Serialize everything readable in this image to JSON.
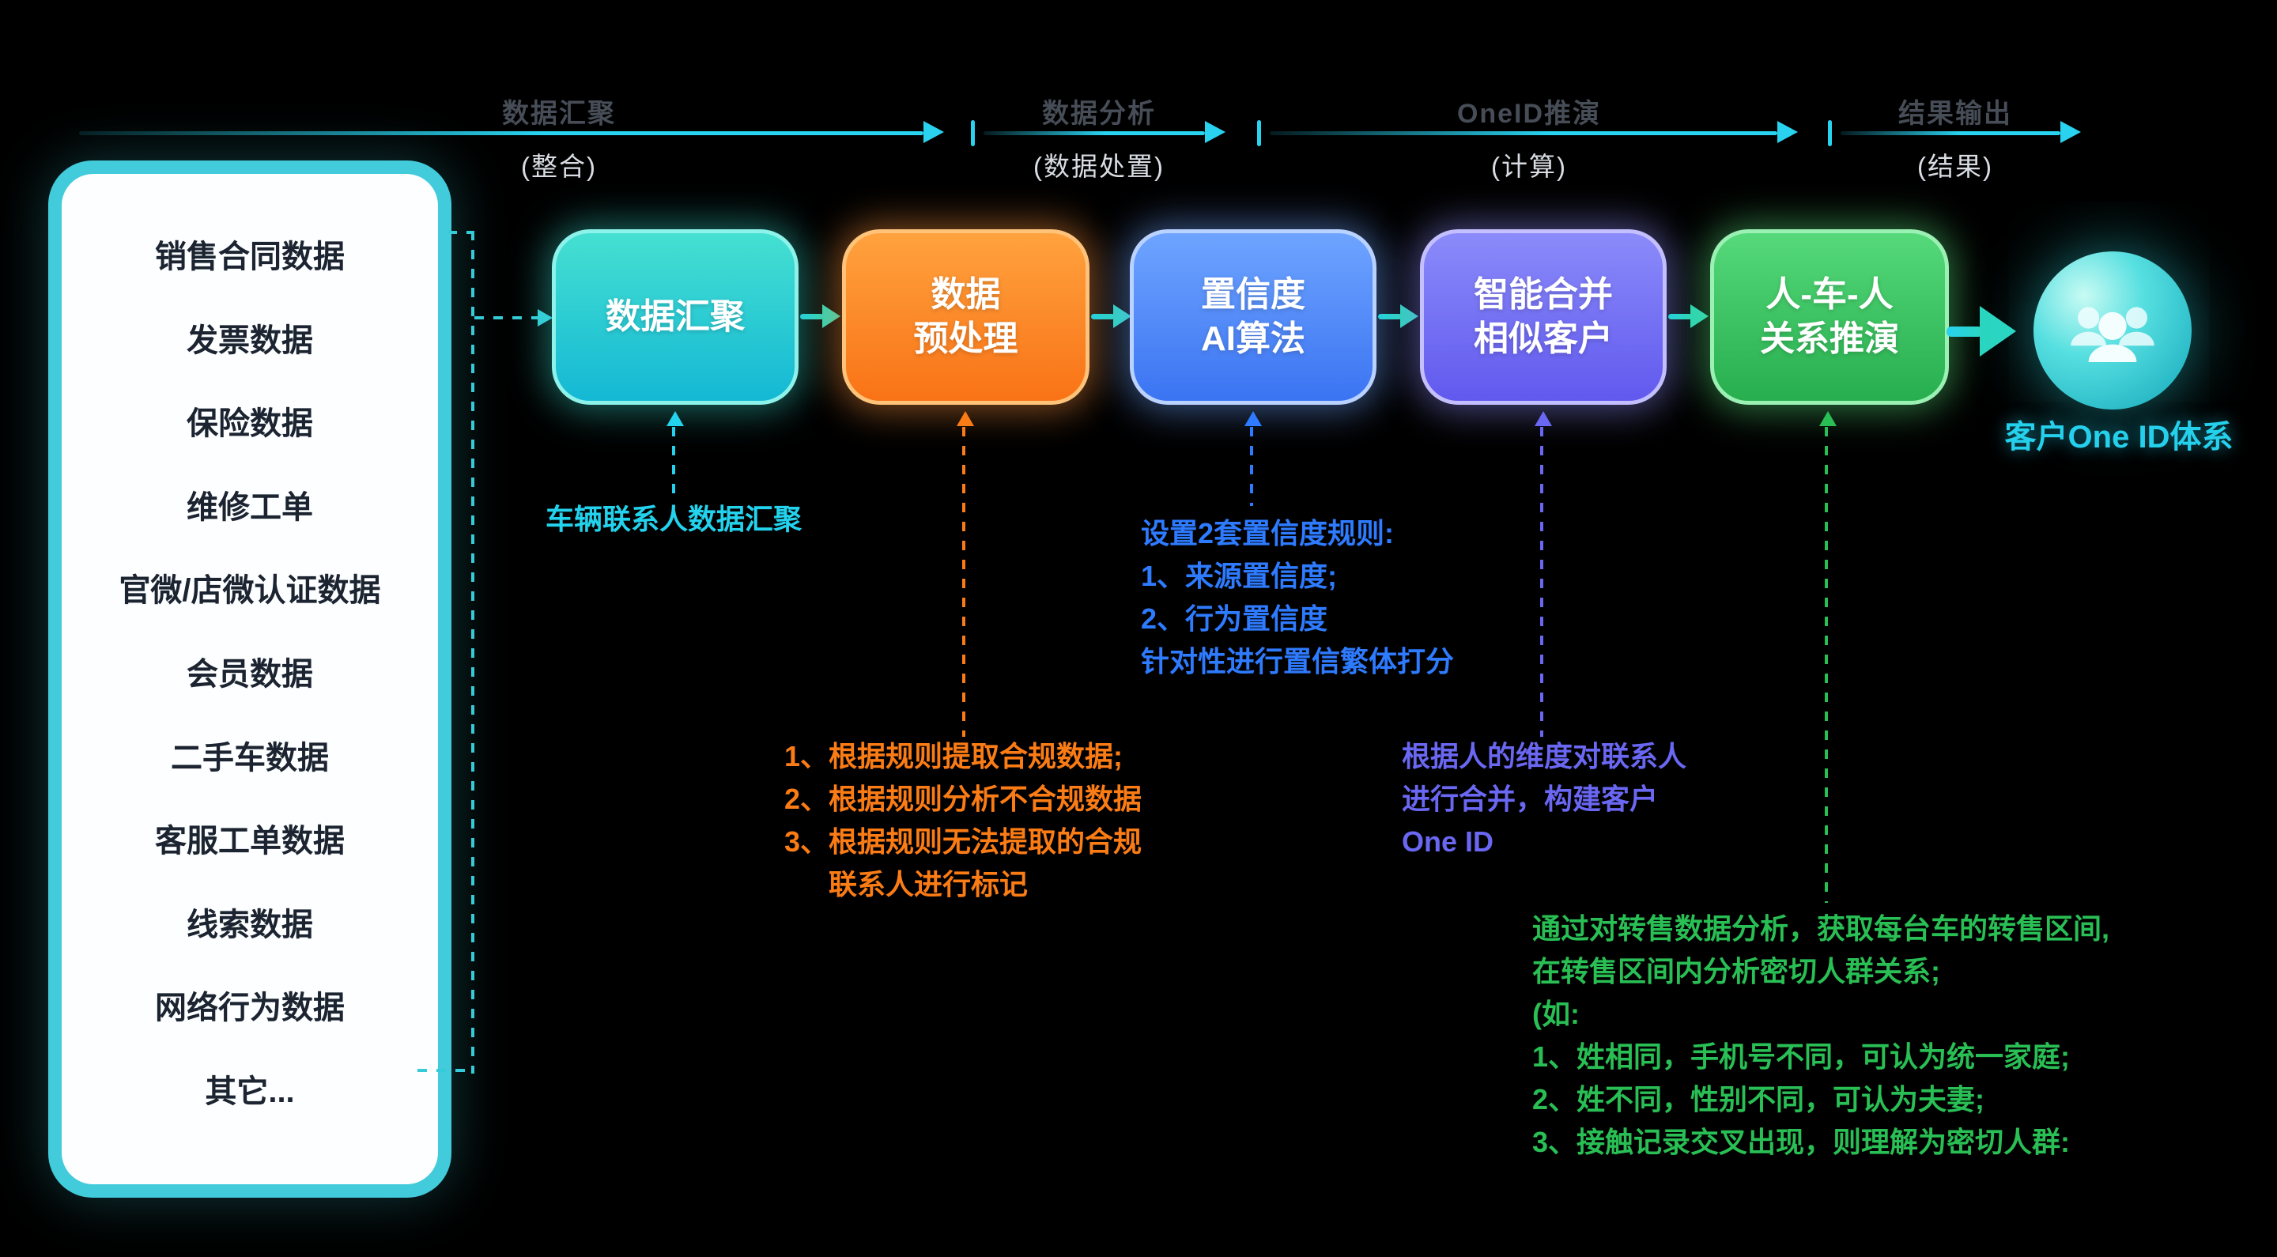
{
  "header": {
    "phases": [
      {
        "label": "数据汇聚",
        "sub": "(整合)"
      },
      {
        "label": "数据分析",
        "sub": "(数据处置)"
      },
      {
        "label": "OneID推演",
        "sub": "(计算)"
      },
      {
        "label": "结果输出",
        "sub": "(结果)"
      }
    ]
  },
  "sources": {
    "items": [
      "销售合同数据",
      "发票数据",
      "保险数据",
      "维修工单",
      "官微/店微认证数据",
      "会员数据",
      "二手车数据",
      "客服工单数据",
      "线索数据",
      "网络行为数据",
      "其它..."
    ]
  },
  "flow": {
    "steps": [
      {
        "lines": [
          "数据汇聚"
        ]
      },
      {
        "lines": [
          "数据",
          "预处理"
        ]
      },
      {
        "lines": [
          "置信度",
          "AI算法"
        ]
      },
      {
        "lines": [
          "智能合并",
          "相似客户"
        ]
      },
      {
        "lines": [
          "人-车-人",
          "关系推演"
        ]
      }
    ]
  },
  "result": {
    "label": "客户One ID体系",
    "icon": "customers-group-icon"
  },
  "annotations": {
    "collection": {
      "color": "#23d2ec",
      "lines": [
        "车辆联系人数据汇聚"
      ]
    },
    "preprocess": {
      "color": "#fb7c15",
      "lines": [
        "1、根据规则提取合规数据;",
        "2、根据规则分析不合规数据",
        "3、根据规则无法提取的合规",
        "联系人进行标记"
      ]
    },
    "confidence": {
      "color": "#2e7bff",
      "lines": [
        "设置2套置信度规则:",
        "1、来源置信度;",
        "2、行为置信度",
        "针对性进行置信繁体打分"
      ]
    },
    "merge": {
      "color": "#6a67f2",
      "lines": [
        "根据人的维度对联系人",
        "进行合并，构建客户",
        "One ID"
      ]
    },
    "relation": {
      "color": "#29bf55",
      "lines": [
        "通过对转售数据分析，获取每台车的转售区间,",
        "在转售区间内分析密切人群关系;",
        "(如:",
        "1、姓相同，手机号不同，可认为统一家庭;",
        "2、姓不同，性别不同，可认为夫妻;",
        "3、接触记录交叉出现，则理解为密切人群:"
      ]
    }
  },
  "colors": {
    "background": "#000000",
    "accent_cyan": "#29d3f0",
    "teal": "#2bd6b9",
    "orange": "#f97316",
    "blue": "#3b74f2",
    "indigo": "#6a67f2",
    "green": "#2fae52"
  }
}
